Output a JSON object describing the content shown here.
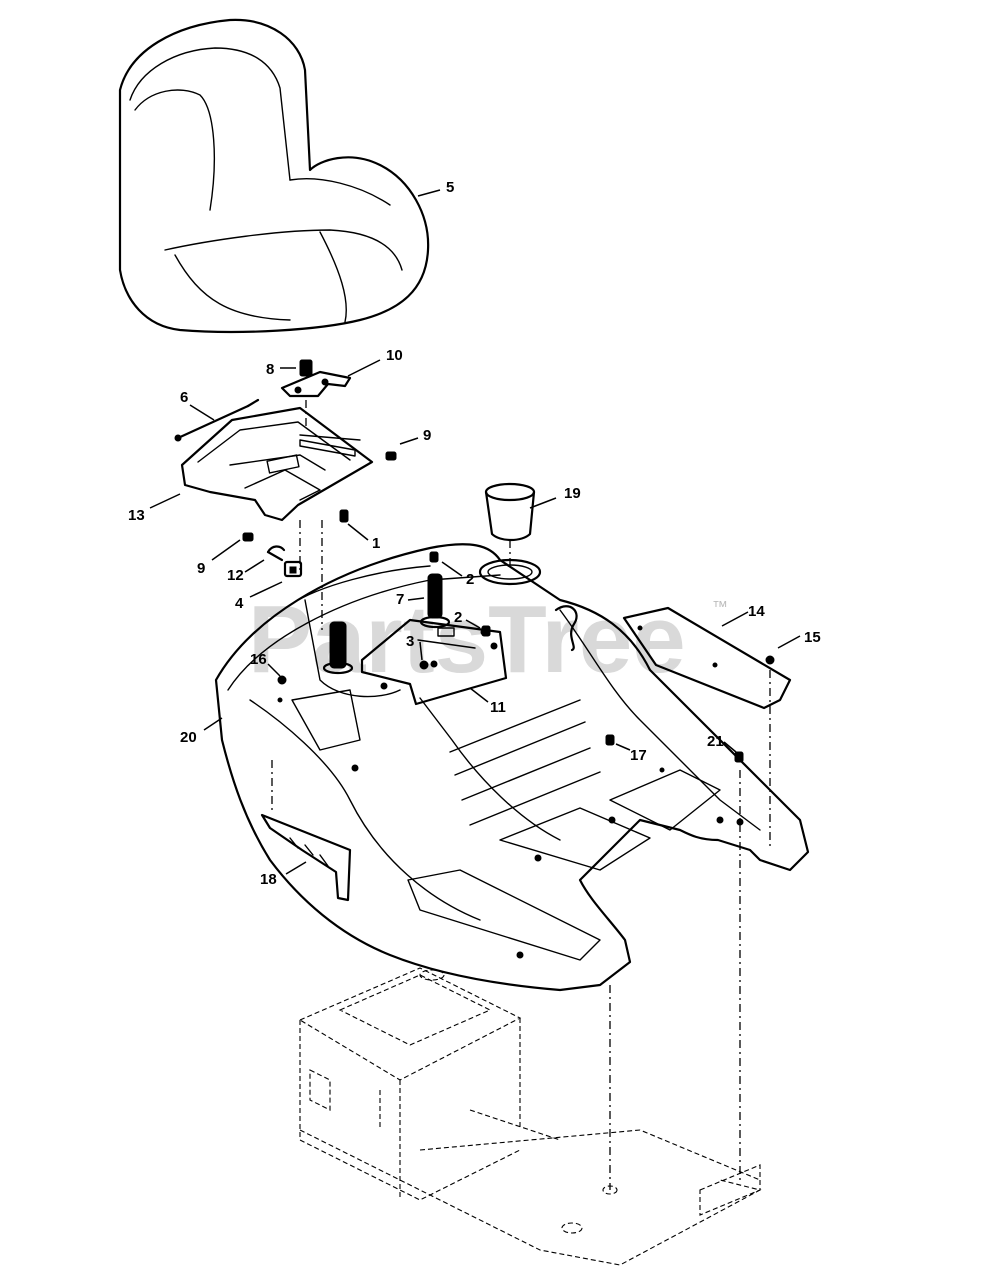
{
  "watermark": {
    "text": "PartsTree",
    "trademark": "™"
  },
  "callouts": [
    {
      "id": "c1",
      "label": "1"
    },
    {
      "id": "c2a",
      "label": "2"
    },
    {
      "id": "c2b",
      "label": "2"
    },
    {
      "id": "c3",
      "label": "3"
    },
    {
      "id": "c4",
      "label": "4"
    },
    {
      "id": "c5",
      "label": "5"
    },
    {
      "id": "c6",
      "label": "6"
    },
    {
      "id": "c7",
      "label": "7"
    },
    {
      "id": "c8",
      "label": "8"
    },
    {
      "id": "c9a",
      "label": "9"
    },
    {
      "id": "c9b",
      "label": "9"
    },
    {
      "id": "c10",
      "label": "10"
    },
    {
      "id": "c11",
      "label": "11"
    },
    {
      "id": "c12",
      "label": "12"
    },
    {
      "id": "c13",
      "label": "13"
    },
    {
      "id": "c14",
      "label": "14"
    },
    {
      "id": "c15",
      "label": "15"
    },
    {
      "id": "c16",
      "label": "16"
    },
    {
      "id": "c17",
      "label": "17"
    },
    {
      "id": "c18",
      "label": "18"
    },
    {
      "id": "c19",
      "label": "19"
    },
    {
      "id": "c20",
      "label": "20"
    },
    {
      "id": "c21",
      "label": "21"
    }
  ]
}
